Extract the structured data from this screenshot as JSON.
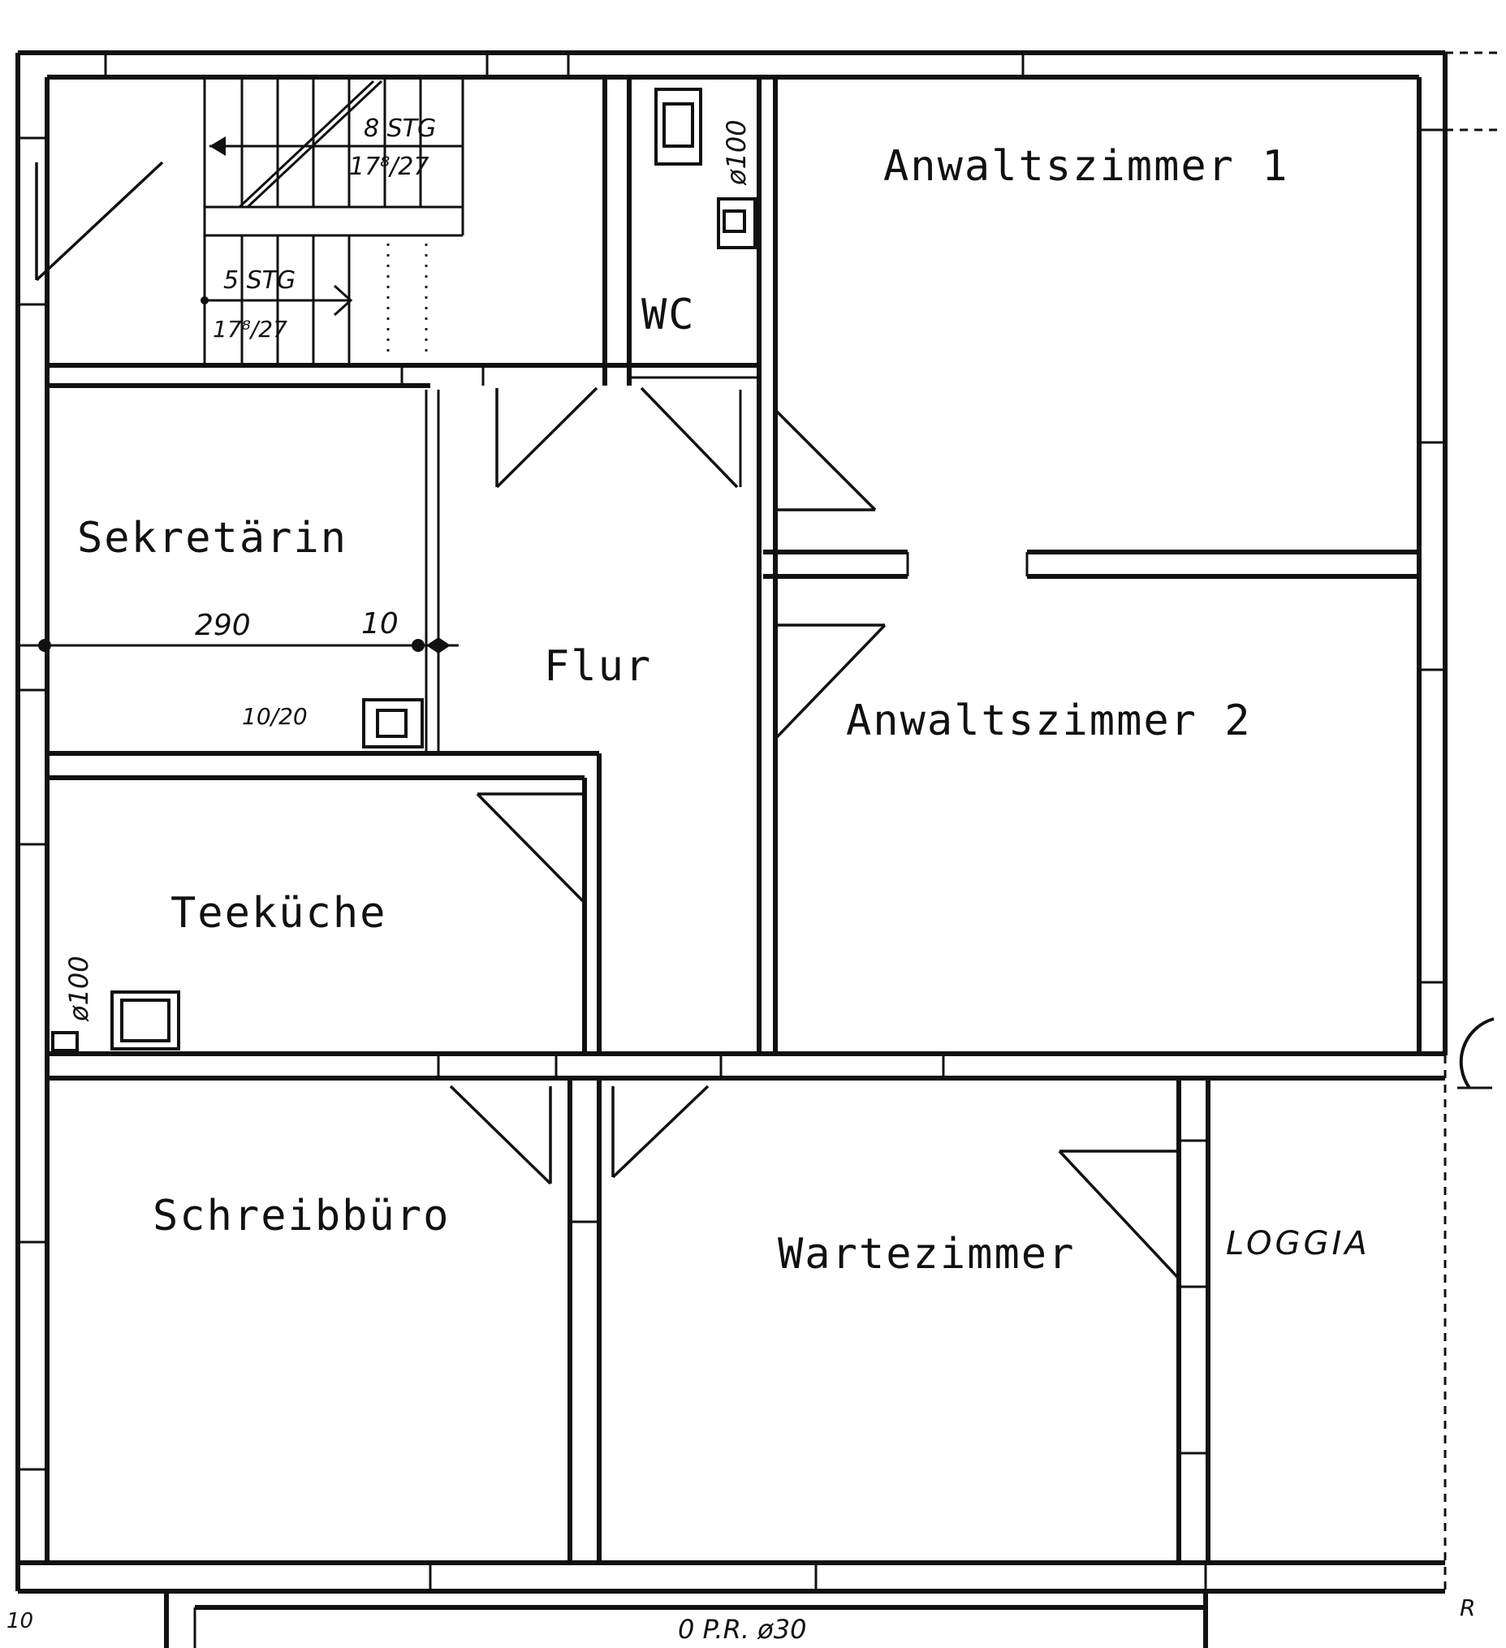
{
  "rooms": {
    "anwaltszimmer_1": "Anwaltszimmer 1",
    "anwaltszimmer_2": "Anwaltszimmer 2",
    "sekretaerin": "Sekretärin",
    "flur": "Flur",
    "wc": "WC",
    "teekueche": "Teeküche",
    "schreibbuero": "Schreibbüro",
    "wartezimmer": "Wartezimmer",
    "loggia": "LOGGIA"
  },
  "annotations": {
    "stair_upper": "8 STG",
    "stair_upper_ratio": "17⁸/27",
    "stair_lower": "5 STG",
    "stair_lower_ratio": "17⁸/27",
    "pipe_wc": "ø100",
    "pipe_kitchen": "ø100",
    "dim_290": "290",
    "dim_10": "10",
    "chimney": "10/20",
    "bottom_pipe": "0 P.R. ø30",
    "left_margin": "10",
    "right_margin_r": "R"
  }
}
